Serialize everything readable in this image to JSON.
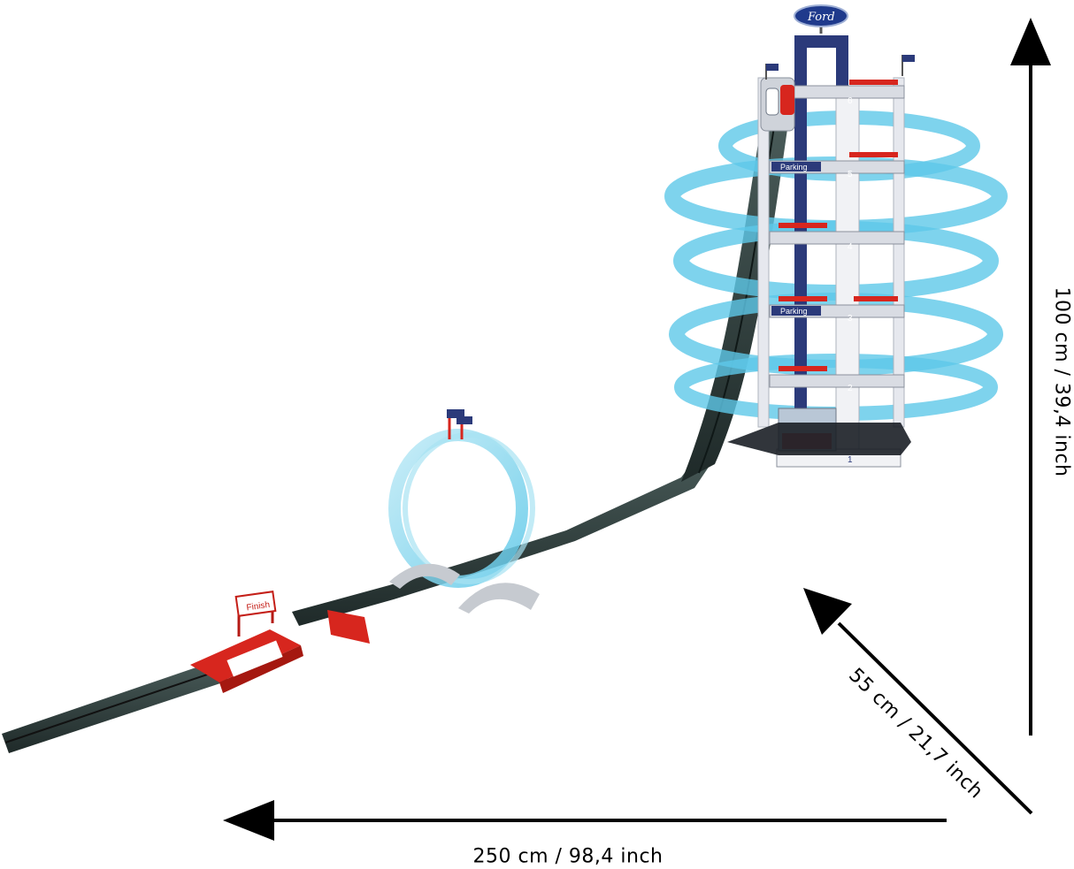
{
  "dimensions": {
    "height": "100 cm / 39,4 inch",
    "depth": "55 cm / 21,7 inch",
    "width": "250 cm / 98,4 inch"
  },
  "signs": {
    "finish": "Finish",
    "brand": "Ford",
    "parking": "Parking"
  },
  "floors": [
    "1",
    "2",
    "3",
    "4",
    "5",
    "6"
  ],
  "colors": {
    "track": "#2c3b3a",
    "loop": "#7fd6ea",
    "ramp": "#5ec8e8",
    "tower": "#2b3a7a",
    "accent_red": "#d7261e",
    "frame": "#d9dce3"
  }
}
